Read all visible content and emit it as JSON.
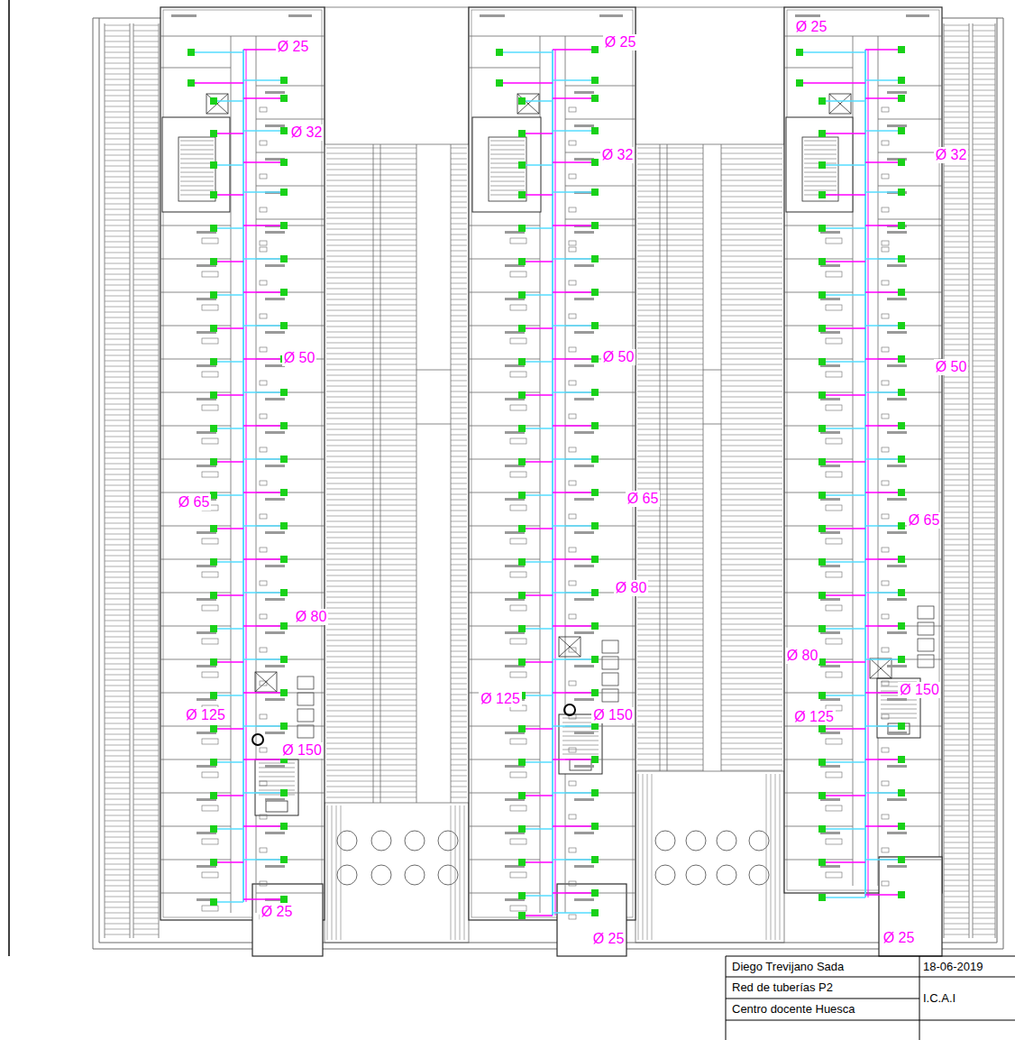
{
  "diagram": {
    "labels": [
      "Ø 25",
      "Ø 32",
      "Ø 50",
      "Ø 65",
      "Ø 80",
      "Ø 125",
      "Ø 150",
      "Ø 25",
      "Ø 25",
      "Ø 32",
      "Ø 50",
      "Ø 65",
      "Ø 80",
      "Ø 125",
      "Ø 150",
      "Ø 25",
      "Ø 25",
      "Ø 32",
      "Ø 50",
      "Ø 65",
      "Ø 80",
      "Ø 150",
      "Ø 125",
      "Ø 25",
      "Diego Trevijano Sada",
      "18-06-2019",
      "Red de tuberías P2",
      "I.C.A.I",
      "Centro docente Huesca"
    ]
  }
}
